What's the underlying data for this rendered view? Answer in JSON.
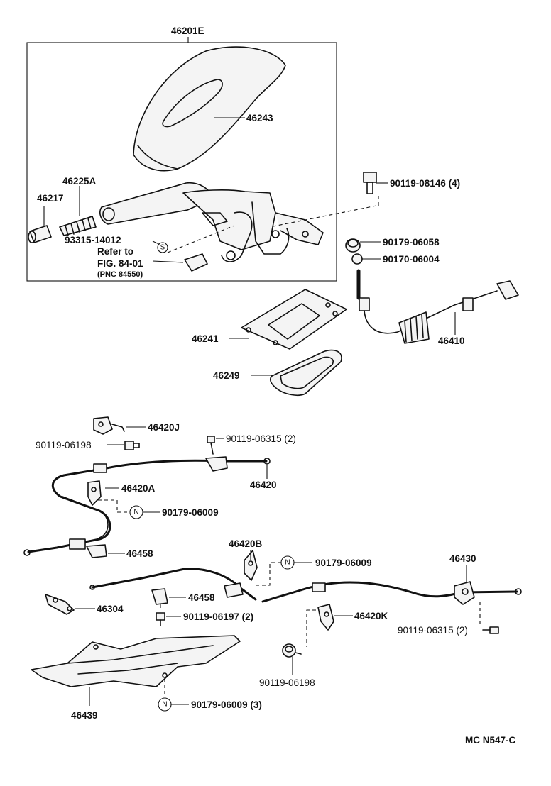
{
  "labels": {
    "lever_assy": "46201E",
    "cover": "46243",
    "grip_sub": "46225A",
    "button": "46217",
    "pin": "93315-14012",
    "refer_to": "Refer to",
    "fig_ref": "FIG. 84-01",
    "pnc_ref": "(PNC 84550)",
    "bolt_top": "90119-08146 (4)",
    "nut_a": "90179-06058",
    "nut_b": "90170-06004",
    "boot_plate": "46241",
    "boot_seal": "46249",
    "front_cable": "46410",
    "bracket_j": "46420J",
    "bolt_06198_left": "90119-06198",
    "bolt_06315_top": "90119-06315 (2)",
    "cable_no2": "46420",
    "bracket_a": "46420A",
    "nut_06009_1": "90179-06009",
    "clamp_left": "46458",
    "bracket_b": "46420B",
    "nut_06009_2": "90179-06009",
    "cable_no3": "46430",
    "clamp_mid": "46458",
    "guide": "46304",
    "bolt_06197": "90119-06197 (2)",
    "bracket_k": "46420K",
    "bolt_06315_right": "90119-06315 (2)",
    "bolt_06198_bottom": "90119-06198",
    "protector": "46439",
    "nut_06009_3": "90179-06009 (3)",
    "footer_code": "MC  N547-C"
  },
  "symbols": {
    "s": "S",
    "n": "N"
  }
}
